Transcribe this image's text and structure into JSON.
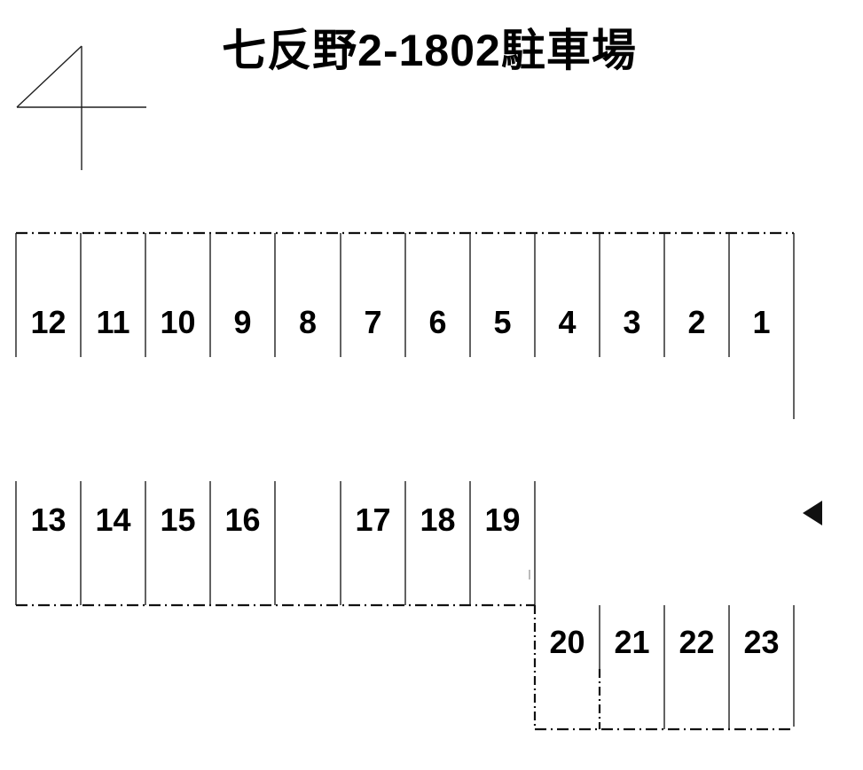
{
  "title": "七反野2-1802駐車場",
  "map": {
    "rows": {
      "top": {
        "spaces": [
          "12",
          "11",
          "10",
          "9",
          "8",
          "7",
          "6",
          "5",
          "4",
          "3",
          "2",
          "1"
        ]
      },
      "middle": {
        "spaces": [
          "13",
          "14",
          "15",
          "16",
          "",
          "17",
          "18",
          "19"
        ]
      },
      "bottom": {
        "spaces": [
          "20",
          "21",
          "22",
          "23"
        ]
      }
    },
    "icons": {
      "north_arrow": "north-direction-symbol",
      "entrance_marker": "left-pointing-filled-triangle"
    },
    "colors": {
      "line": "#1f1f1f",
      "boundary": "#111111",
      "text": "#000000",
      "background": "#ffffff"
    }
  }
}
